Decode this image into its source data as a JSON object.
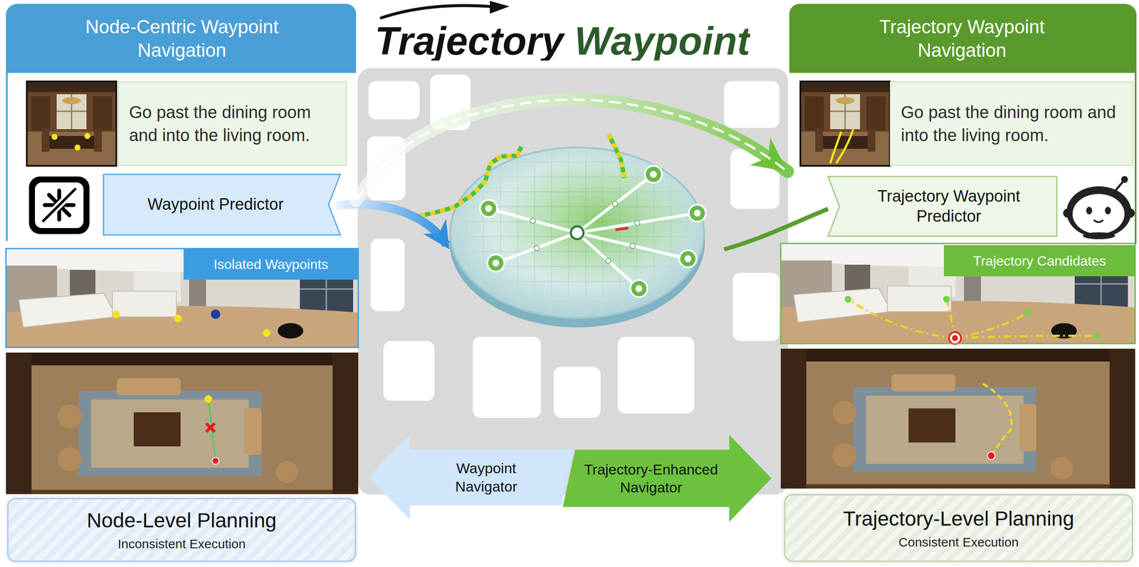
{
  "diagram": {
    "title": "Trajectory Waypoint",
    "nodes": [
      {
        "text": [
          "Node-Centric Waypoint Navigation"
        ]
      },
      {
        "text": [
          "Go past the dining room and into the living room."
        ],
        "in": 0
      },
      {
        "text": [
          "Waypoint Predictor"
        ],
        "in": 0
      },
      {
        "text": [
          "Isolated Waypoints"
        ]
      },
      {
        "text": [
          "Node-Level Planning",
          "Inconsistent Execution"
        ]
      },
      {
        "text": [
          "Waypoint Navigator"
        ]
      },
      {
        "text": [
          "Trajectory-Enhanced Navigator"
        ]
      },
      {
        "text": [
          "Trajectory Waypoint Navigation"
        ]
      },
      {
        "text": [
          "Go past the dining room and into the living room."
        ],
        "in": 7
      },
      {
        "text": [
          "Trajectory Waypoint Predictor"
        ],
        "in": 7
      },
      {
        "text": [
          "Trajectory Candidates"
        ]
      },
      {
        "text": [
          "Trajectory-Level Planning",
          "Consistent Execution"
        ]
      }
    ],
    "edges": [
      {
        "from": 0,
        "to": 7,
        "arrow": "to"
      }
    ]
  }
}
